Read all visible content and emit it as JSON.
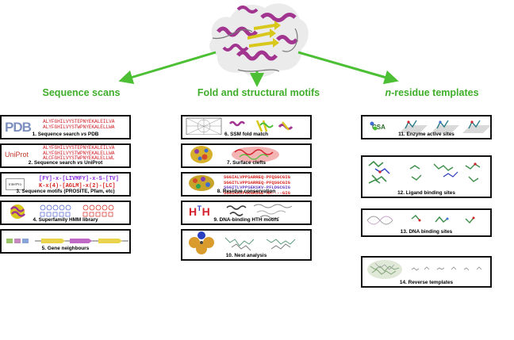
{
  "headings": {
    "sequence": "Sequence scans",
    "fold": "Fold and structural motifs",
    "templates_prefix": "n",
    "templates_suffix": "-residue templates"
  },
  "sequence_cards": [
    {
      "number": "1.",
      "title_a": "Sequence search ",
      "title_vs": "vs",
      "title_b": " PDB",
      "logo": "PDB",
      "lines": [
        "ALYFGHILVYSTEPNYEKALEILVA",
        "ALYFGHILVYSTWPNYEKALELLWA"
      ]
    },
    {
      "number": "2.",
      "title_a": "Sequence search ",
      "title_vs": "vs",
      "title_b": " UniProt",
      "logo": "UniProt",
      "lines": [
        "ALYFGHILVYSTEPNYEKALEILVA",
        "ALYFGHILVYSTWPNYEKALELLWA",
        "ALCFGHILVYSTWPNYEKALELLWL"
      ]
    },
    {
      "number": "3.",
      "title": "Sequence motifs (PROSITE, Pfam, etc)",
      "logo": "InterPro",
      "motif_line1": "[FY]-x-[LIVMFY]-x-S-[TV]",
      "motif_line2": "K-x(4)-[AGLM]-x(2)-[LC]"
    },
    {
      "number": "4.",
      "title": "Superfamily HMM library"
    },
    {
      "number": "5.",
      "title": "Gene neighbours"
    }
  ],
  "fold_cards": [
    {
      "number": "6.",
      "title": "SSM fold match"
    },
    {
      "number": "7.",
      "title": "Surface clefts"
    },
    {
      "number": "8.",
      "title": "Residue conservation",
      "lines": [
        "SGGIALVPPSARREQ-PFQSGCGIG",
        "SGGITLVPPSARREQ-PFQSGCGIG",
        "SGGITLVPPSEKSKV-PFLDGCGIG",
        "SGGIAAVPAKGRSGE-AM----GIG"
      ]
    },
    {
      "number": "9.",
      "title": "DNA-binding HTH motifs",
      "logo_h": "H",
      "logo_t": "T",
      "logo_h2": "H"
    },
    {
      "number": "10.",
      "title": "Nest analysis"
    }
  ],
  "template_cards": [
    {
      "number": "11.",
      "title": "Enzyme active sites",
      "logo": "CSA"
    },
    {
      "number": "12.",
      "title": "Ligand binding sites"
    },
    {
      "number": "13.",
      "title": "DNA binding sites"
    },
    {
      "number": "14.",
      "title": "Reverse templates"
    }
  ],
  "colors": {
    "heading": "#3fae2a",
    "arrow": "#4cbf35",
    "helix": "#a23590",
    "strand": "#d8c81c",
    "sequence": "#d1232a",
    "border": "#111111"
  }
}
